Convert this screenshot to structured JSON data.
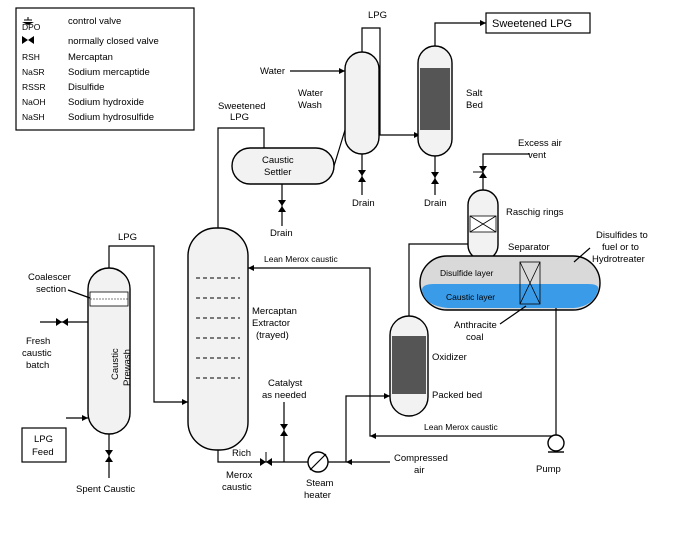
{
  "legend": {
    "rows": [
      {
        "symbol": "DPO",
        "text": "control valve"
      },
      {
        "symbol": "",
        "text": "normally closed valve"
      },
      {
        "symbol": "RSH",
        "text": "Mercaptan"
      },
      {
        "symbol": "NaSR",
        "text": "Sodium mercaptide"
      },
      {
        "symbol": "RSSR",
        "text": "Disulfide"
      },
      {
        "symbol": "NaOH",
        "text": "Sodium hydroxide"
      },
      {
        "symbol": "NaSH",
        "text": "Sodium hydrosulfide"
      }
    ]
  },
  "labels": {
    "lpg_top": "LPG",
    "sweetened_lpg_box": "Sweetened LPG",
    "water": "Water",
    "water_wash_1": "Water",
    "water_wash_2": "Wash",
    "salt_bed_1": "Salt",
    "salt_bed_2": "Bed",
    "sweetened_lpg_1": "Sweetened",
    "sweetened_lpg_2": "LPG",
    "caustic_settler_1": "Caustic",
    "caustic_settler_2": "Settler",
    "drain_settler": "Drain",
    "drain_wash": "Drain",
    "drain_salt": "Drain",
    "excess_air_1": "Excess air",
    "excess_air_2": "vent",
    "raschig_rings": "Raschig rings",
    "lpg_prewash": "LPG",
    "lean_merox_top": "Lean Merox caustic",
    "coalescer_1": "Coalescer",
    "coalescer_2": "section",
    "fresh_caustic_1": "Fresh",
    "fresh_caustic_2": "caustic",
    "fresh_caustic_3": "batch",
    "caustic_prewash_1": "Caustic",
    "caustic_prewash_2": "Prewash",
    "mercaptan_1": "Mercaptan",
    "mercaptan_2": "Extractor",
    "mercaptan_3": "(trayed)",
    "separator": "Separator",
    "disulfides_1": "Disulfides to",
    "disulfides_2": "fuel or to",
    "disulfides_3": "Hydrotreater",
    "disulfide_layer": "Disulfide layer",
    "caustic_layer": "Caustic layer",
    "anthracite_1": "Anthracite",
    "anthracite_2": "coal",
    "oxidizer": "Oxidizer",
    "packed_bed": "Packed bed",
    "catalyst_1": "Catalyst",
    "catalyst_2": "as needed",
    "lpg_feed_1": "LPG",
    "lpg_feed_2": "Feed",
    "rich_1": "Rich",
    "rich_2": "Merox",
    "rich_3": "caustic",
    "steam_1": "Steam",
    "steam_2": "heater",
    "compressed_1": "Compressed",
    "compressed_2": "air",
    "lean_merox_bottom": "Lean Merox caustic",
    "spent_caustic": "Spent Caustic",
    "pump": "Pump"
  },
  "colors": {
    "caustic_layer": "#3a9be8",
    "packed_bed": "#555555",
    "vessel_fill": "#f2f2f2",
    "separator_fill": "#d9d9d9"
  }
}
